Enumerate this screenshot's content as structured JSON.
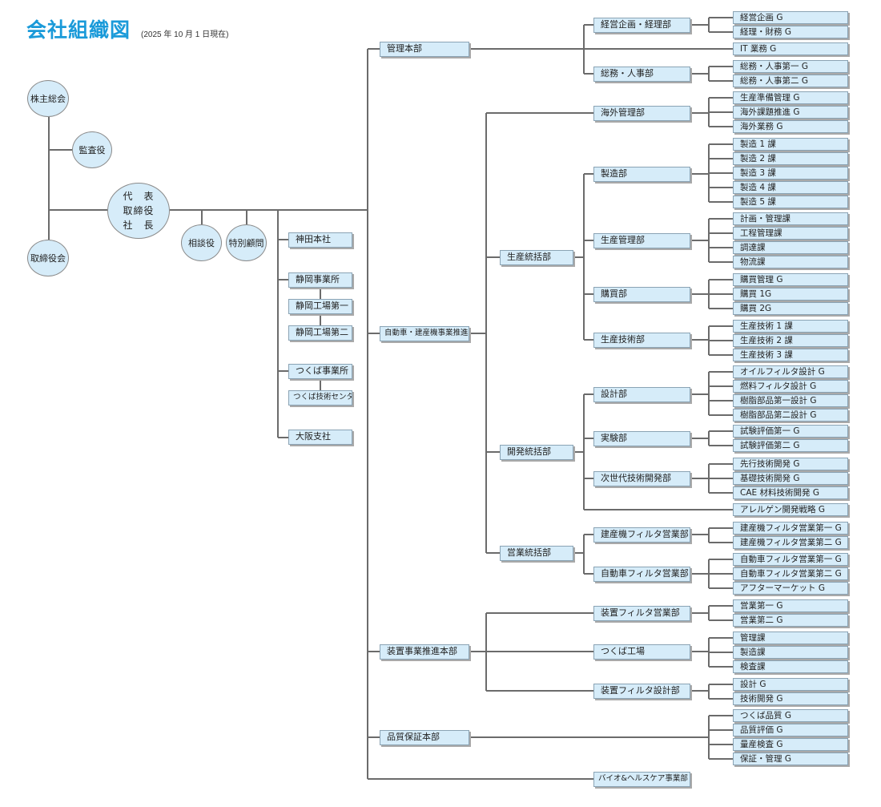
{
  "header": {
    "title": "会社組織図",
    "subtitle": "(2025 年 10 月 1 日現在)"
  },
  "colors": {
    "title": "#1a9ad9",
    "box_fill": "#d6ecf9",
    "line": "#6b6b6b"
  },
  "governance": {
    "shareholders": "株主総会",
    "auditor": "監査役",
    "board": "取締役会",
    "president": "代　表\n取締役\n社　長",
    "advisor": "相談役",
    "special_advisor": "特別顧問"
  },
  "sites": [
    {
      "label": "神田本社"
    },
    {
      "label": "静岡事業所",
      "children": [
        "静岡工場第一",
        "静岡工場第二"
      ]
    },
    {
      "label": "つくば事業所",
      "children": [
        "つくば技術センター"
      ]
    },
    {
      "label": "大阪支社"
    }
  ],
  "headquarters": [
    {
      "label": "管理本部",
      "departments": [
        {
          "label": "経営企画・経理部",
          "groups": [
            "経営企画 G",
            "経理・財務 G"
          ]
        },
        {
          "label": "",
          "groups": [
            "IT 業務 G"
          ]
        },
        {
          "label": "総務・人事部",
          "groups": [
            "総務・人事第一 G",
            "総務・人事第二 G"
          ]
        }
      ]
    },
    {
      "label": "自動車・建産機事業推進本部",
      "divisions": [
        {
          "label": "",
          "departments": [
            {
              "label": "海外管理部",
              "groups": [
                "生産準備管理 G",
                "海外課題推進 G",
                "海外業務 G"
              ]
            }
          ]
        },
        {
          "label": "生産統括部",
          "departments": [
            {
              "label": "製造部",
              "groups": [
                "製造 1 課",
                "製造 2 課",
                "製造 3 課",
                "製造 4 課",
                "製造 5 課"
              ]
            },
            {
              "label": "生産管理部",
              "groups": [
                "計画・管理課",
                "工程管理課",
                "調達課",
                "物流課"
              ]
            },
            {
              "label": "購買部",
              "groups": [
                "購買管理 G",
                "購買 1G",
                "購買 2G"
              ]
            },
            {
              "label": "生産技術部",
              "groups": [
                "生産技術 1 課",
                "生産技術 2 課",
                "生産技術 3 課"
              ]
            }
          ]
        },
        {
          "label": "開発統括部",
          "departments": [
            {
              "label": "設計部",
              "groups": [
                "オイルフィルタ設計 G",
                "燃料フィルタ設計 G",
                "樹脂部品第一設計 G",
                "樹脂部品第二設計 G"
              ]
            },
            {
              "label": "実験部",
              "groups": [
                "試験評価第一 G",
                "試験評価第二 G"
              ]
            },
            {
              "label": "次世代技術開発部",
              "groups": [
                "先行技術開発 G",
                "基礎技術開発 G",
                "CAE 材料技術開発 G"
              ]
            },
            {
              "label": "",
              "groups": [
                "アレルゲン開発戦略 G"
              ]
            }
          ]
        },
        {
          "label": "営業統括部",
          "departments": [
            {
              "label": "建産機フィルタ営業部",
              "groups": [
                "建産機フィルタ営業第一 G",
                "建産機フィルタ営業第二 G"
              ]
            },
            {
              "label": "自動車フィルタ営業部",
              "groups": [
                "自動車フィルタ営業第一 G",
                "自動車フィルタ営業第二 G",
                "アフターマーケット G"
              ]
            }
          ]
        }
      ]
    },
    {
      "label": "装置事業推進本部",
      "departments": [
        {
          "label": "装置フィルタ営業部",
          "groups": [
            "営業第一 G",
            "営業第二 G"
          ]
        },
        {
          "label": "つくば工場",
          "groups": [
            "管理課",
            "製造課",
            "検査課"
          ]
        },
        {
          "label": "装置フィルタ設計部",
          "groups": [
            "設計 G",
            "技術開発 G"
          ]
        }
      ]
    },
    {
      "label": "品質保証本部",
      "groups": [
        "つくば品質 G",
        "品質評価 G",
        "量産検査 G",
        "保証・管理 G"
      ]
    },
    {
      "label": "バイオ&ヘルスケア事業部"
    }
  ]
}
